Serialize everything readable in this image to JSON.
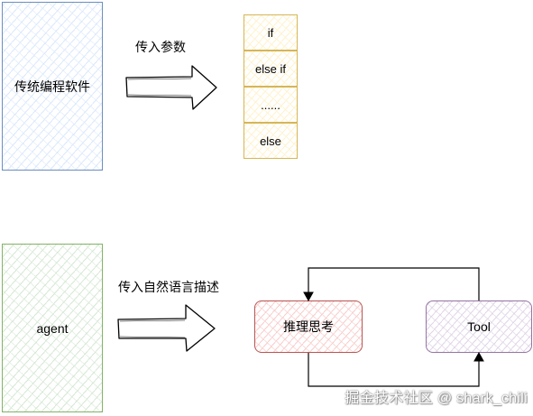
{
  "traditional": {
    "box_label": "传统编程软件",
    "arrow_label": "传入参数",
    "branches": [
      "if",
      "else if",
      "......",
      "else"
    ]
  },
  "agent": {
    "box_label": "agent",
    "arrow_label": "传入自然语言描述",
    "reasoning_label": "推理思考",
    "tool_label": "Tool"
  },
  "watermark": "掘金技术社区 @ shark_chili",
  "colors": {
    "blue_stroke": "#6c8ebf",
    "green_stroke": "#82b366",
    "yellow_stroke": "#d6b656",
    "red_stroke": "#b85450",
    "purple_stroke": "#9673a6"
  }
}
